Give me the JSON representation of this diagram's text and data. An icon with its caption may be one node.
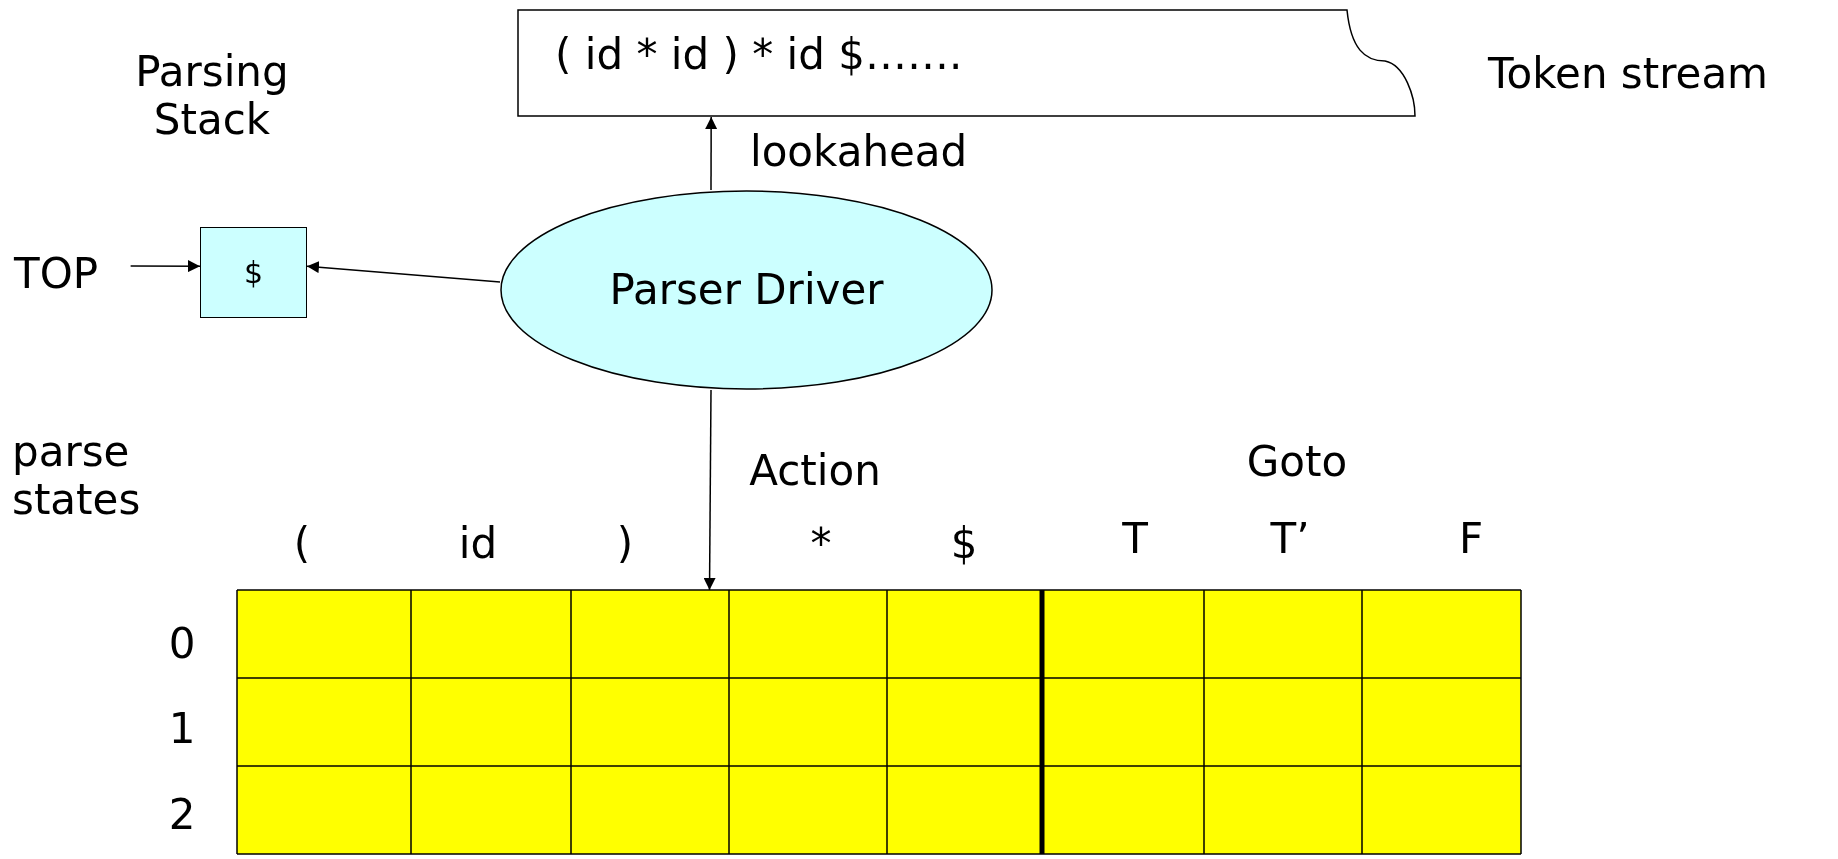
{
  "diagram": {
    "nodes": [
      {
        "text": [
          "( id * id ) * id $……."
        ],
        "beside": [
          "Token stream"
        ]
      },
      {
        "text": [
          "TOP"
        ]
      },
      {
        "text": [
          "$"
        ],
        "beside": [
          "Parsing Stack"
        ]
      },
      {
        "text": [
          "Parser Driver"
        ]
      },
      {
        "text": [],
        "shape": "table"
      }
    ],
    "edges": [
      {
        "from": 1,
        "to": 2,
        "arrow": "to"
      },
      {
        "from": 3,
        "to": 2,
        "arrow": "to"
      },
      {
        "from": 3,
        "to": 0,
        "arrow": "to",
        "label": "lookahead"
      },
      {
        "from": 3,
        "to": 4,
        "arrow": "to"
      }
    ],
    "labels": [
      "parse states",
      "Action",
      "Goto",
      "(",
      "id",
      ")",
      "*",
      "$",
      "T",
      "T’",
      "F",
      "0",
      "1",
      "2"
    ]
  }
}
